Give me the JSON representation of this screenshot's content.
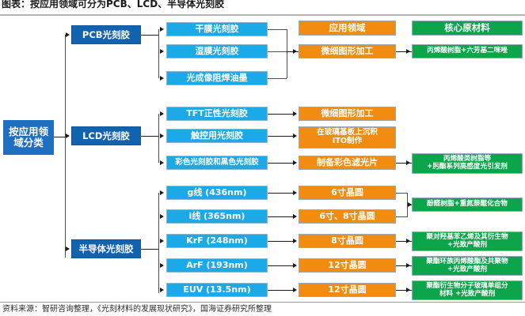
{
  "title": "图表：按应用领域可分为PCB、LCD、半导体光刻胶",
  "source": "资料来源：智研咨询整理，《光刻材料的发展现状研究》，国海证券研究所整理",
  "headers": {
    "application": "应用领域",
    "material": "核心原材料"
  },
  "root": {
    "label": "按应用领\n域分类"
  },
  "categories": [
    {
      "id": "pcb",
      "label": "PCB光刻胶"
    },
    {
      "id": "lcd",
      "label": "LCD光刻胶"
    },
    {
      "id": "semi",
      "label": "半导体光刻胶"
    }
  ],
  "pcb": {
    "types": [
      "干膜光刻胶",
      "湿膜光刻胶",
      "光成像阻焊油墨"
    ],
    "applications": [
      "微细图形加工"
    ],
    "materials": [
      "丙烯酸树脂+六芳基二咪唑"
    ]
  },
  "lcd": {
    "types": [
      "TFT正性光刻胶",
      "触控用光刻胶",
      "彩色光刻胶和黑色光刻胶"
    ],
    "applications": [
      "微细图形加工",
      "在玻璃基板上沉积\nITO制作",
      "制备彩色滤光片"
    ],
    "materials": [
      "丙烯酸类树脂等\n+肟酯系列高感度光引发剂"
    ]
  },
  "semi": {
    "types": [
      "g线 (436nm)",
      "i线 (365nm)",
      "KrF (248nm)",
      "ArF (193nm)",
      "EUV (13.5nm)"
    ],
    "applications": [
      "6寸晶圆",
      "6寸、8寸晶圆",
      "8寸晶圆",
      "12寸晶圆",
      "12寸晶圆"
    ],
    "materials": [
      "酚醛树脂+重氮萘醌化合物",
      "聚对羟基苯乙烯及其衍生物\n+光致产酸剂",
      "聚酯环族丙烯酸酯及共聚物\n+光致产酸剂",
      "聚酯衍生物分子玻璃单组分\n材料 +光致产酸剂"
    ]
  },
  "colors": {
    "root": "#1F6FC0",
    "category": "#1263AF",
    "type": "#1CA9E8",
    "application": "#F18C10",
    "material": "#0DA54B",
    "connector": "#4d4d4d"
  }
}
